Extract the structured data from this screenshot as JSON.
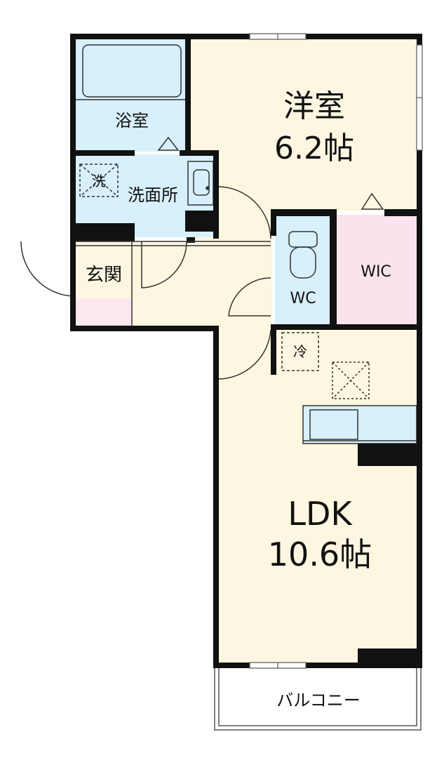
{
  "rooms": {
    "western_room": {
      "name": "洋室",
      "size": "6.2帖"
    },
    "ldk": {
      "name": "LDK",
      "size": "10.6帖"
    },
    "bathroom": {
      "name": "浴室"
    },
    "washroom": {
      "name": "洗面所"
    },
    "washer": {
      "name": "洗"
    },
    "entrance": {
      "name": "玄関"
    },
    "toilet": {
      "name": "WC"
    },
    "closet": {
      "name": "WIC"
    },
    "fridge": {
      "name": "冷"
    },
    "balcony": {
      "name": "バルコニー"
    }
  },
  "colors": {
    "wall": "#111111",
    "floor": "#fdf6e0",
    "wet_area": "#d7f0fb",
    "closet": "#fbe3ee",
    "entrance_tile": "#fce6ef",
    "background": "#ffffff"
  }
}
